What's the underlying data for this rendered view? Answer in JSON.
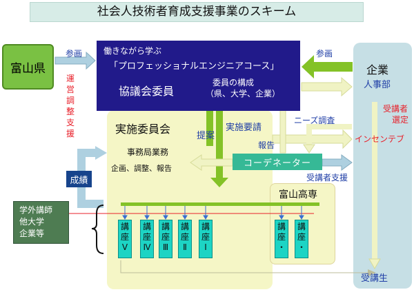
{
  "title": "社会人技術者育成支援事業のスキーム",
  "toyama_pref": "富山県",
  "council": {
    "subtitle": "働きながら学ぶ",
    "course_name": "「プロフェッショナルエンジニアコース」",
    "name": "協議会委員",
    "members_label": "委員の構成",
    "members": "（県、大学、企業）"
  },
  "company": {
    "name": "企業",
    "dept": "人事部",
    "selection": [
      "受講者",
      "選定"
    ],
    "incentive": "インセンテブ",
    "students": "受講生"
  },
  "exec_committee": {
    "name": "実施委員会",
    "office": "事務局業務",
    "office_tasks": "企画、調整、報告"
  },
  "kosen": "富山高専",
  "coordinator": "コーデネーター",
  "outside_lecturers": [
    "学外講師",
    "他大学",
    "企業等"
  ],
  "seiseki": "成績",
  "arrow_labels": {
    "participate_left": "参画",
    "participate_right": "参画",
    "pref_roles": [
      "運営",
      "調整",
      "支援"
    ],
    "proposal": "提案",
    "request": "実施要請",
    "report": "報告",
    "needs_survey": "ニーズ調査",
    "student_support": "受講者支援"
  },
  "courses": [
    {
      "label": "講座",
      "numeral": "Ⅴ"
    },
    {
      "label": "講座",
      "numeral": "Ⅳ"
    },
    {
      "label": "講座",
      "numeral": "Ⅲ"
    },
    {
      "label": "講座",
      "numeral": "Ⅱ"
    },
    {
      "label": "講座",
      "numeral": "Ⅰ"
    }
  ],
  "kosen_courses": [
    {
      "label": "講座",
      "numeral": "・"
    },
    {
      "label": "講座",
      "numeral": "・"
    }
  ],
  "colors": {
    "council": "#211a8a",
    "pref": "#7ac143",
    "company": "#c6dfe5",
    "exec": "#f5f6c6",
    "coordinator": "#36b996",
    "course": "#1dd4c4",
    "red": "#e8202a",
    "blue": "#1f3ea6"
  }
}
